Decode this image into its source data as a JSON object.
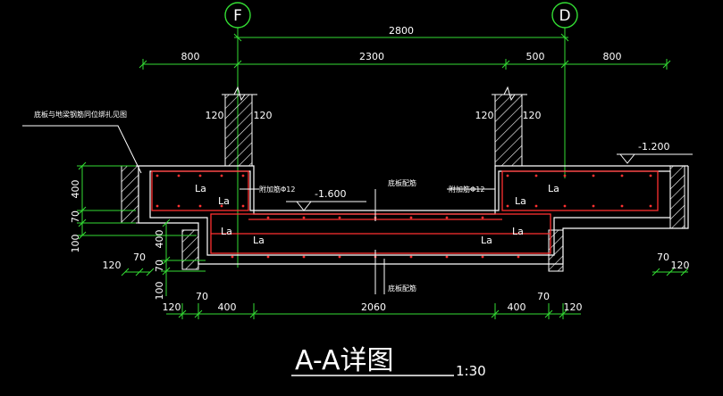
{
  "drawing": {
    "title": "A-A详图",
    "scale": "1:30",
    "axes": [
      "F",
      "D"
    ],
    "dimensions": {
      "overall": "2800",
      "top_row": [
        "800",
        "2300",
        "500",
        "800"
      ],
      "bottom_row": [
        "120",
        "400",
        "2060",
        "400",
        "120"
      ],
      "wall": "120",
      "small_70": "70",
      "left_vertical": [
        "400",
        "70",
        "100"
      ],
      "left_inner_vertical": [
        "400",
        "70",
        "100"
      ]
    },
    "elevations": {
      "bottom": "-1.600",
      "right": "-1.200"
    },
    "anchorage_label": "La",
    "notes": {
      "left_leader": "底板与地梁钢筋同位绑扎见图",
      "rebar_left": "附加筋Φ12",
      "rebar_right": "附加筋Φ12",
      "top_center": "底板配筋",
      "bottom_center": "底板配筋"
    }
  }
}
